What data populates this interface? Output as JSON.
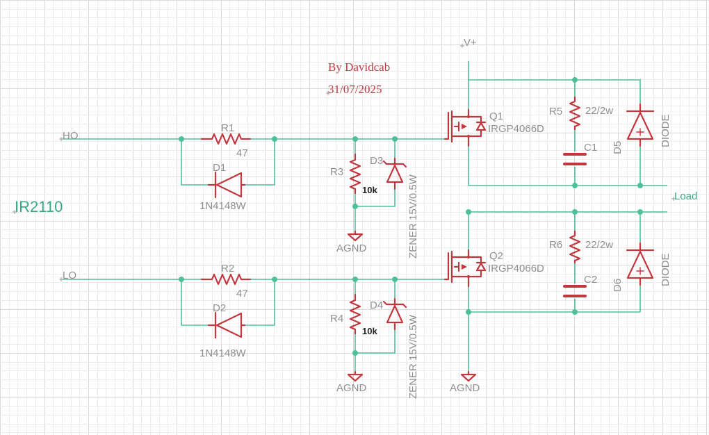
{
  "author": {
    "line1": "By Davidcab",
    "line2": "31/07/2025"
  },
  "nets": {
    "ho": "HO",
    "lo": "LO",
    "vplus": "V+",
    "load": "Load",
    "agnd": "AGND",
    "driver": "IR2110"
  },
  "parts": {
    "r1": {
      "name": "R1",
      "value": "47"
    },
    "r2": {
      "name": "R2",
      "value": "47"
    },
    "d1": {
      "name": "D1",
      "value": "1N4148W"
    },
    "d2": {
      "name": "D2",
      "value": "1N4148W"
    },
    "r3": {
      "name": "R3",
      "value": "10k"
    },
    "r4": {
      "name": "R4",
      "value": "10k"
    },
    "d3": {
      "name": "D3",
      "value": "ZENER 15V/0.5W"
    },
    "d4": {
      "name": "D4",
      "value": "ZENER 15V/0.5W"
    },
    "q1": {
      "name": "Q1",
      "value": "IRGP4066D"
    },
    "q2": {
      "name": "Q2",
      "value": "IRGP4066D"
    },
    "r5": {
      "name": "R5",
      "value": "22/2w"
    },
    "r6": {
      "name": "R6",
      "value": "22/2w"
    },
    "c1": {
      "name": "C1"
    },
    "c2": {
      "name": "C2"
    },
    "d5": {
      "name": "D5",
      "value": "DIODE"
    },
    "d6": {
      "name": "D6",
      "value": "DIODE"
    }
  },
  "colors": {
    "wire": "#4fbf9b",
    "component": "#c0383e",
    "label": "#8f8f8f"
  }
}
